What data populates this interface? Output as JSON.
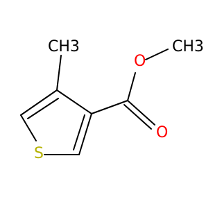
{
  "molecule": {
    "atoms": [
      {
        "id": "ch3_ring",
        "label": "CH3",
        "element": "C",
        "color": "#000000"
      },
      {
        "id": "o_ester",
        "label": "O",
        "element": "O",
        "color": "#FF0000"
      },
      {
        "id": "ch3_ester",
        "label": "CH3",
        "element": "C",
        "color": "#000000"
      },
      {
        "id": "o_carbonyl",
        "label": "O",
        "element": "O",
        "color": "#FF0000"
      },
      {
        "id": "s_ring",
        "label": "S",
        "element": "S",
        "color": "#B5B200"
      }
    ],
    "colors": {
      "bond": "#000000",
      "oxygen": "#FF0000",
      "sulfur": "#B5B200",
      "carbon": "#000000"
    }
  }
}
